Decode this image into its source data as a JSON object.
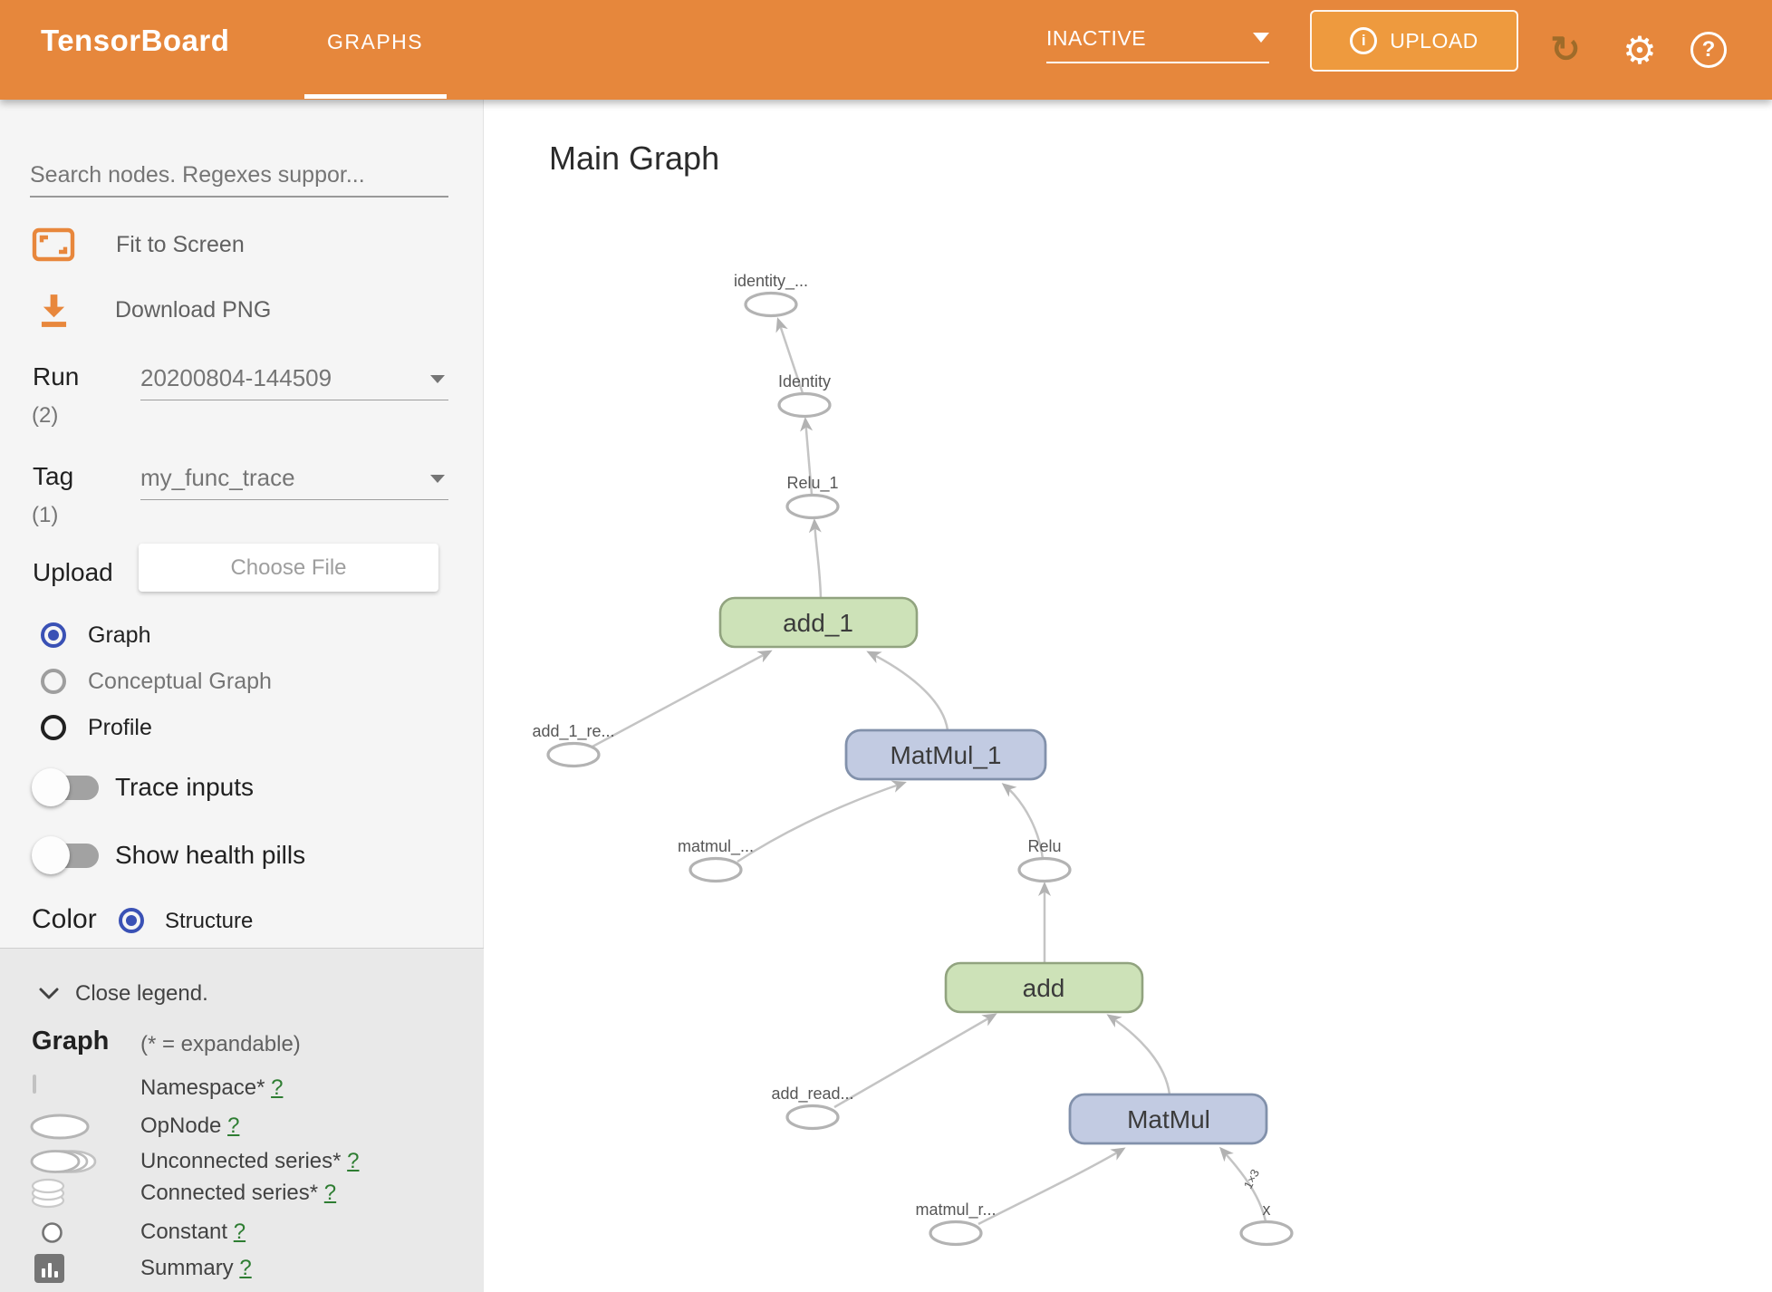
{
  "header": {
    "logo": "TensorBoard",
    "tab": "GRAPHS",
    "status_dropdown": "INACTIVE",
    "upload": {
      "icon": "info-icon",
      "label": "UPLOAD",
      "info_glyph": "i"
    },
    "icons": {
      "refresh": "↻",
      "settings": "⚙",
      "help": "?"
    }
  },
  "sidebar": {
    "search_placeholder": "Search nodes. Regexes suppor...",
    "fit_to_screen": "Fit to Screen",
    "download_png": "Download PNG",
    "run": {
      "label": "Run",
      "count": "(2)",
      "value": "20200804-144509"
    },
    "tag": {
      "label": "Tag",
      "count": "(1)",
      "value": "my_func_trace"
    },
    "upload": {
      "label": "Upload",
      "button": "Choose File"
    },
    "graph_type_options": [
      {
        "label": "Graph",
        "selected": true
      },
      {
        "label": "Conceptual Graph",
        "selected": false
      },
      {
        "label": "Profile",
        "selected": false
      }
    ],
    "toggles": [
      {
        "label": "Trace inputs",
        "on": false
      },
      {
        "label": "Show health pills",
        "on": false
      }
    ],
    "color_row": {
      "label": "Color",
      "option": "Structure",
      "selected": true
    },
    "legend": {
      "close_label": "Close legend.",
      "heading": "Graph",
      "expandable_note": "(* = expandable)",
      "items": [
        {
          "icon": "namespace-icon",
          "label": "Namespace*",
          "help": "?"
        },
        {
          "icon": "opnode-icon",
          "label": "OpNode",
          "help": "?"
        },
        {
          "icon": "unconnected-series-icon",
          "label": "Unconnected series*",
          "help": "?"
        },
        {
          "icon": "connected-series-icon",
          "label": "Connected series*",
          "help": "?"
        },
        {
          "icon": "constant-icon",
          "label": "Constant",
          "help": "?"
        },
        {
          "icon": "summary-icon",
          "label": "Summary",
          "help": "?"
        }
      ]
    }
  },
  "main": {
    "title": "Main Graph",
    "graph": {
      "nodes": [
        {
          "id": "identity_out",
          "label": "identity_...",
          "type": "opnode"
        },
        {
          "id": "Identity",
          "label": "Identity",
          "type": "opnode"
        },
        {
          "id": "Relu_1",
          "label": "Relu_1",
          "type": "opnode"
        },
        {
          "id": "add_1",
          "label": "add_1",
          "type": "opnode-expanded-green"
        },
        {
          "id": "add_1_read",
          "label": "add_1_re...",
          "type": "opnode"
        },
        {
          "id": "MatMul_1",
          "label": "MatMul_1",
          "type": "opnode-expanded-blue"
        },
        {
          "id": "matmul_read",
          "label": "matmul_...",
          "type": "opnode"
        },
        {
          "id": "Relu",
          "label": "Relu",
          "type": "opnode"
        },
        {
          "id": "add",
          "label": "add",
          "type": "opnode-expanded-green"
        },
        {
          "id": "add_read",
          "label": "add_read...",
          "type": "opnode"
        },
        {
          "id": "MatMul",
          "label": "MatMul",
          "type": "opnode-expanded-blue"
        },
        {
          "id": "matmul_r_read",
          "label": "matmul_r...",
          "type": "opnode"
        },
        {
          "id": "x",
          "label": "x",
          "type": "opnode"
        }
      ],
      "edges": [
        {
          "from": "Identity",
          "to": "identity_out"
        },
        {
          "from": "Relu_1",
          "to": "Identity"
        },
        {
          "from": "add_1",
          "to": "Relu_1"
        },
        {
          "from": "add_1_read",
          "to": "add_1"
        },
        {
          "from": "MatMul_1",
          "to": "add_1"
        },
        {
          "from": "matmul_read",
          "to": "MatMul_1"
        },
        {
          "from": "Relu",
          "to": "MatMul_1"
        },
        {
          "from": "add",
          "to": "Relu"
        },
        {
          "from": "add_read",
          "to": "add"
        },
        {
          "from": "MatMul",
          "to": "add"
        },
        {
          "from": "matmul_r_read",
          "to": "MatMul"
        },
        {
          "from": "x",
          "to": "MatMul",
          "shape": "1×3"
        }
      ],
      "edge_shape_label": "1×3"
    }
  },
  "colors": {
    "header_bg": "#e6873c",
    "upload_btn_bg": "#ee9a3e",
    "accent_orange": "#e8873c",
    "radio_blue": "#3a51b5",
    "help_green": "#2e7d32",
    "edge": "#c4c4c4",
    "edge_dark": "#b2b2b2",
    "green_node_fill": "#cde2b8",
    "green_node_stroke": "#91a37f",
    "blue_node_fill": "#c2cbe2",
    "blue_node_stroke": "#8291ab",
    "ellipse_stroke": "#b3b3b3",
    "sidebar_bg": "#f5f5f5",
    "legend_bg": "#e9e9e9"
  }
}
